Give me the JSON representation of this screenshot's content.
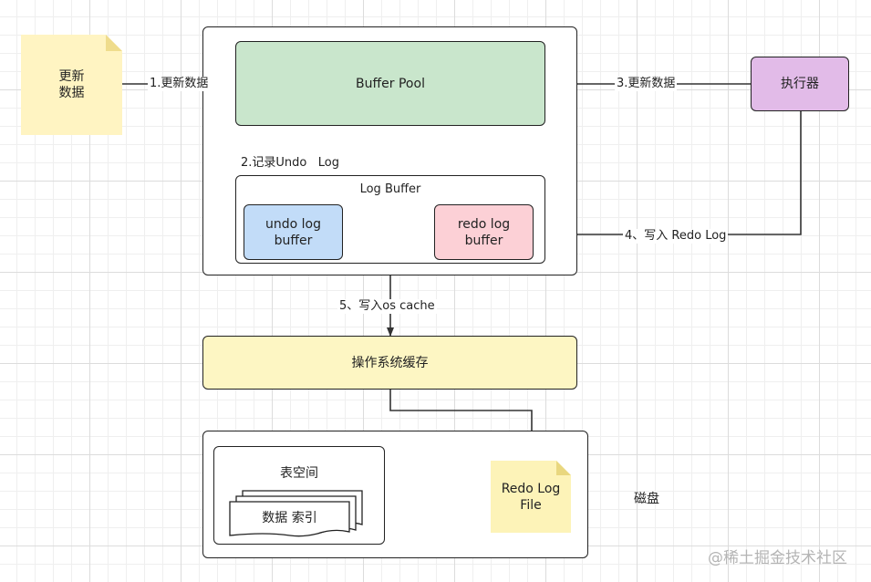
{
  "note": {
    "text": "更新\n数据"
  },
  "buffer_pool": {
    "text": "Buffer Pool"
  },
  "executor": {
    "text": "执行器"
  },
  "log_buffer": {
    "title": "Log Buffer"
  },
  "undo_buffer": {
    "text": "undo log\nbuffer"
  },
  "redo_buffer": {
    "text": "redo log\nbuffer"
  },
  "os_cache": {
    "text": "操作系统缓存"
  },
  "tablespace": {
    "title": "表空间",
    "pages_text": "数据 索引"
  },
  "redo_file": {
    "text": "Redo Log\nFile"
  },
  "disk": {
    "label": "磁盘"
  },
  "arrows": {
    "a1": "1.更新数据",
    "a2": "2.记录Undo   Log",
    "a3": "3.更新数据",
    "a4": "4、写入 Redo Log",
    "a5": "5、写入os cache"
  },
  "watermark": {
    "text": "@稀土掘金技术社区"
  },
  "colors": {
    "note_fill": "#fff4c2",
    "buffer_pool_fill": "#c9e6cc",
    "executor_fill": "#e2bbe8",
    "undo_fill": "#c2dcf8",
    "redo_fill": "#fcd0d6",
    "os_cache_fill": "#fdf6c3",
    "redo_file_fill": "#fdf3b8"
  }
}
